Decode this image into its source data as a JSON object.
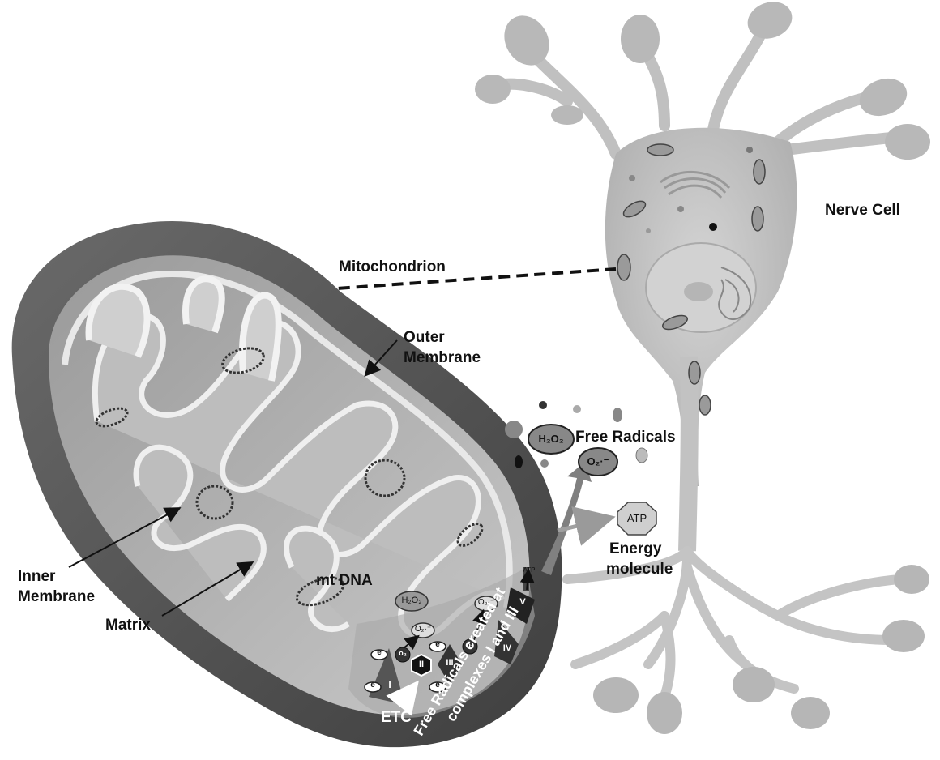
{
  "labels": {
    "mitochondrion": "Mitochondrion",
    "outer_membrane_l1": "Outer",
    "outer_membrane_l2": "Membrane",
    "nerve_cell": "Nerve Cell",
    "free_radicals": "Free Radicals",
    "h2o2": "H₂O₂",
    "o2_radical": "O₂·⁻",
    "atp": "ATP",
    "energy_l1": "Energy",
    "energy_l2": "molecule",
    "inner_membrane_l1": "Inner",
    "inner_membrane_l2": "Membrane",
    "matrix": "Matrix",
    "mt_dna": "mt DNA",
    "etc": "ETC",
    "free_radicals_created_l1": "Free Radicals created at",
    "free_radicals_created_l2": "complexes I and III",
    "complex_1": "I",
    "complex_2": "II",
    "complex_3": "III",
    "complex_4": "IV",
    "complex_5": "V",
    "electron": "e",
    "oxygen": "o₂"
  },
  "colors": {
    "outer_membrane": "#5a5a5a",
    "inner_fold": "#e6e6e6",
    "matrix": "#b9b9b9",
    "cell_body": "#c4c4c4",
    "nucleus": "#d6d6d6",
    "arrow_gray": "#7a7a7a"
  }
}
